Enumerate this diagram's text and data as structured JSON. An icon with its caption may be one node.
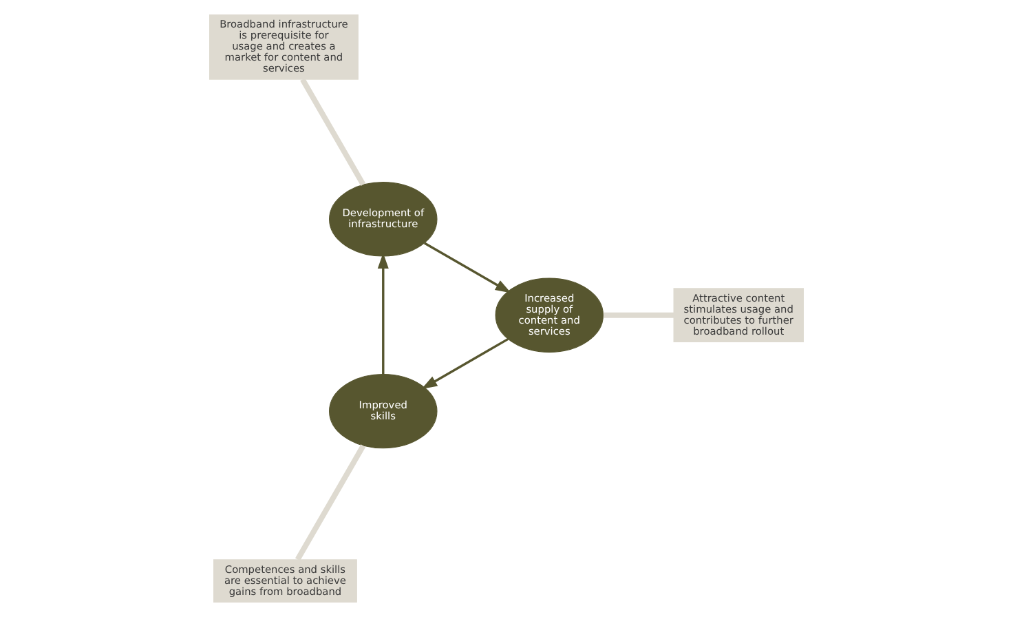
{
  "diagram": {
    "nodes": [
      {
        "text": [
          "Improved skills"
        ]
      },
      {
        "text": [
          "Development of infrastructure"
        ]
      },
      {
        "text": [
          "Increased supply of content and services"
        ]
      },
      {
        "text": [
          "Competences and skills are essential to achieve gains from broadband"
        ]
      },
      {
        "text": [
          "Broadband infrastructure is prerequisite for usage and creates a market for content and services"
        ]
      },
      {
        "text": [
          "Attractive content stimulates usage and contributes to further broadband rollout"
        ]
      }
    ],
    "edges": [
      {
        "from": 0,
        "to": 1,
        "arrow": "to"
      },
      {
        "from": 1,
        "to": 2,
        "arrow": "to"
      },
      {
        "from": 2,
        "to": 0,
        "arrow": "to"
      },
      {
        "from": 3,
        "to": 0,
        "arrow": "none",
        "style": "thick",
        "color": "#dedad0"
      },
      {
        "from": 4,
        "to": 1,
        "arrow": "none",
        "style": "thick",
        "color": "#dedad0"
      },
      {
        "from": 5,
        "to": 2,
        "arrow": "none",
        "style": "thick",
        "color": "#dedad0"
      }
    ]
  }
}
